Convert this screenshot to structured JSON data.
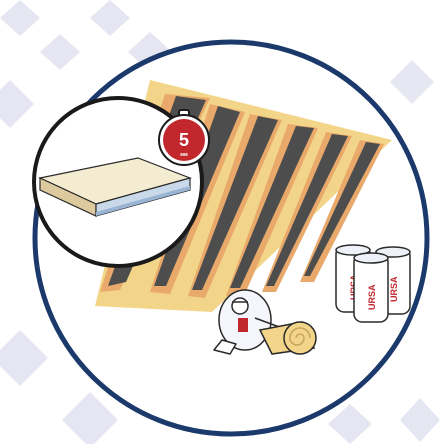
{
  "badge": {
    "number": "5",
    "unit": "мм"
  },
  "product": {
    "brand": "URSA"
  },
  "colors": {
    "frame": "#1b3a6b",
    "badge": "#c1272d",
    "diamonds": "#e6e6f2",
    "membrane": "#4d4d4d",
    "rafter": "#e8a96b",
    "batten": "#f3d58a",
    "panel": "#f4ecd0"
  },
  "icons": {
    "stopwatch": "stopwatch-icon",
    "worker": "worker-icon",
    "roll": "insulation-roll-icon"
  }
}
